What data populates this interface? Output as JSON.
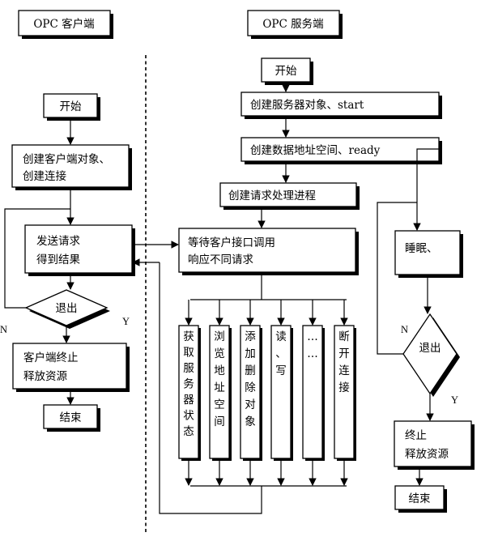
{
  "client": {
    "header": "OPC 客户端",
    "start": "开始",
    "create_lines": [
      "创建客户端对象、",
      "创建连接"
    ],
    "send_lines": [
      "发送请求",
      "得到结果"
    ],
    "exit": "退出",
    "terminate_lines": [
      "客户端终止",
      "释放资源"
    ],
    "end": "结束",
    "label_n": "N",
    "label_y": "Y"
  },
  "server": {
    "header": "OPC 服务端",
    "start": "开始",
    "create_server": "创建服务器对象、start",
    "create_space": "创建数据地址空间、ready",
    "create_process": "创建请求处理进程",
    "wait_lines": [
      "等待客户接口调用",
      "响应不同请求"
    ],
    "columns": [
      "获取服务器状态",
      "浏览地址空间",
      "添加删除对象",
      "读、写",
      "……",
      "断开连接"
    ],
    "sleep": "睡眠、",
    "exit": "退出",
    "terminate_lines": [
      "终止",
      "释放资源"
    ],
    "end": "结束",
    "label_n": "N",
    "label_y": "Y"
  }
}
